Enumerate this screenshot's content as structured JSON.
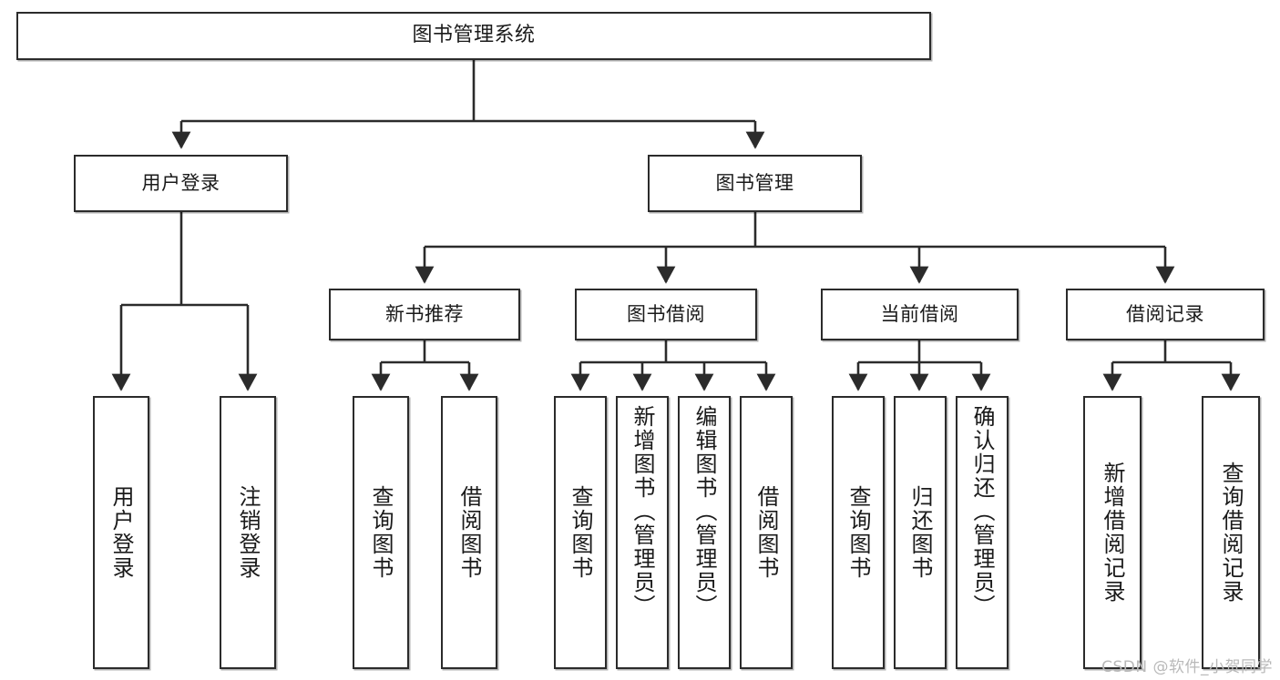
{
  "diagram": {
    "title": "图书管理系统",
    "type": "tree",
    "watermark": "CSDN @软件_小贺同学",
    "colors": {
      "box_border": "#2b2b2b",
      "box_fill": "#ffffff",
      "connector": "#2b2b2b",
      "watermark": "#b9b9b9",
      "background": "#ffffff"
    },
    "nodes": {
      "root": {
        "label": "图书管理系统"
      },
      "level2": [
        {
          "label": "用户登录"
        },
        {
          "label": "图书管理"
        }
      ],
      "level3": [
        {
          "label": "新书推荐"
        },
        {
          "label": "图书借阅"
        },
        {
          "label": "当前借阅"
        },
        {
          "label": "借阅记录"
        }
      ],
      "leaves": {
        "user_login": [
          {
            "label": "用户登录"
          },
          {
            "label": "注销登录"
          }
        ],
        "new_book": [
          {
            "label": "查询图书"
          },
          {
            "label": "借阅图书"
          }
        ],
        "book_borrow": [
          {
            "label": "查询图书"
          },
          {
            "label": "新增图书（管理员）"
          },
          {
            "label": "编辑图书（管理员）"
          },
          {
            "label": "借阅图书"
          }
        ],
        "current_borrow": [
          {
            "label": "查询图书"
          },
          {
            "label": "归还图书"
          },
          {
            "label": "确认归还（管理员）"
          }
        ],
        "borrow_record": [
          {
            "label": "新增借阅记录"
          },
          {
            "label": "查询借阅记录"
          }
        ]
      }
    }
  }
}
